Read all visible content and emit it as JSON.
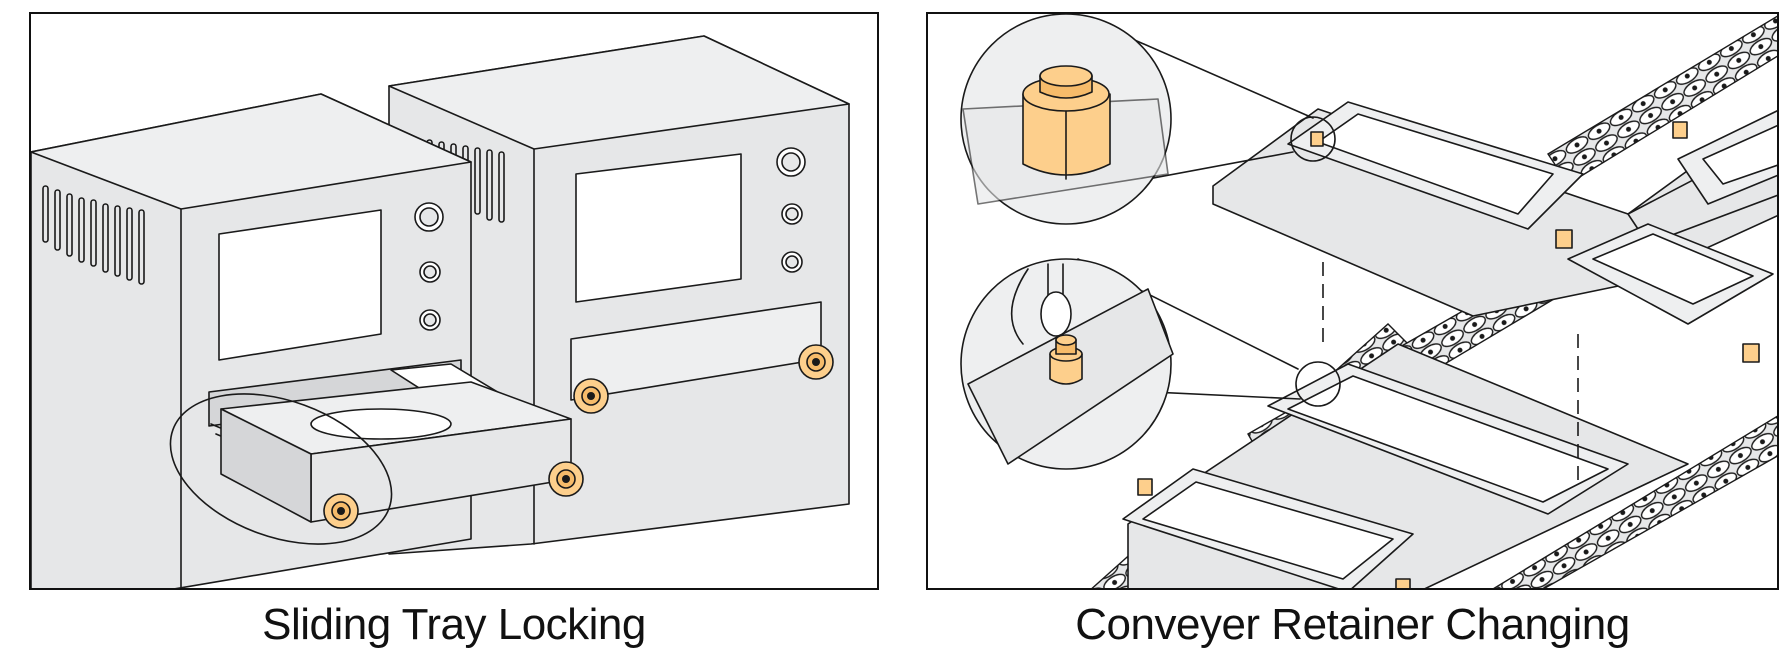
{
  "figures": [
    {
      "id": "left",
      "caption": "Sliding Tray Locking"
    },
    {
      "id": "right",
      "caption": "Conveyer Retainer Changing"
    }
  ],
  "colors": {
    "accent": "#fdcf8c",
    "accent_dark": "#f6bb6a",
    "body_fill": "#e6e7e8",
    "line": "#1a1a1a"
  },
  "icons": [
    "machine-illustration",
    "knob-icon",
    "tray-illustration",
    "conveyor-chain-illustration",
    "retainer-pin-icon",
    "magnifier-callout"
  ]
}
